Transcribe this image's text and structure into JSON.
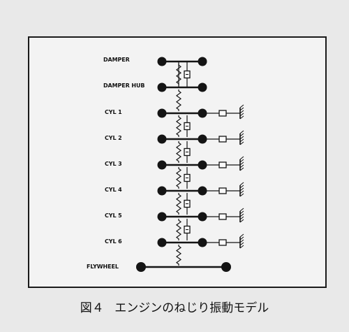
{
  "labels": {
    "damper": "DAMPER",
    "damper_hub": "DAMPER HUB",
    "cyl1": "CYL 1",
    "cyl2": "CYL 2",
    "cyl3": "CYL 3",
    "cyl4": "CYL 4",
    "cyl5": "CYL 5",
    "cyl6": "CYL 6",
    "flywheel": "FLYWHEEL"
  },
  "caption": {
    "figure": "図４",
    "title": "エンジンのねじり振動モデル"
  }
}
